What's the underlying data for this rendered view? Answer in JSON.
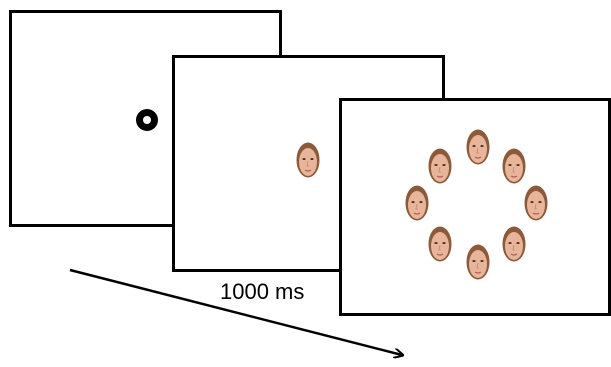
{
  "stimulus_sequence": {
    "duration_label": "1000 ms",
    "panels": [
      {
        "name": "fixation-screen",
        "content": "fixation-target"
      },
      {
        "name": "target-face-screen",
        "content": "single-face"
      },
      {
        "name": "search-array-screen",
        "content": "eight-faces-circle"
      }
    ],
    "search_array_face_count": 8
  },
  "colors": {
    "frame": "#000000",
    "background": "#ffffff",
    "skin": "#e8b49a",
    "hair": "#8a5a3a"
  }
}
